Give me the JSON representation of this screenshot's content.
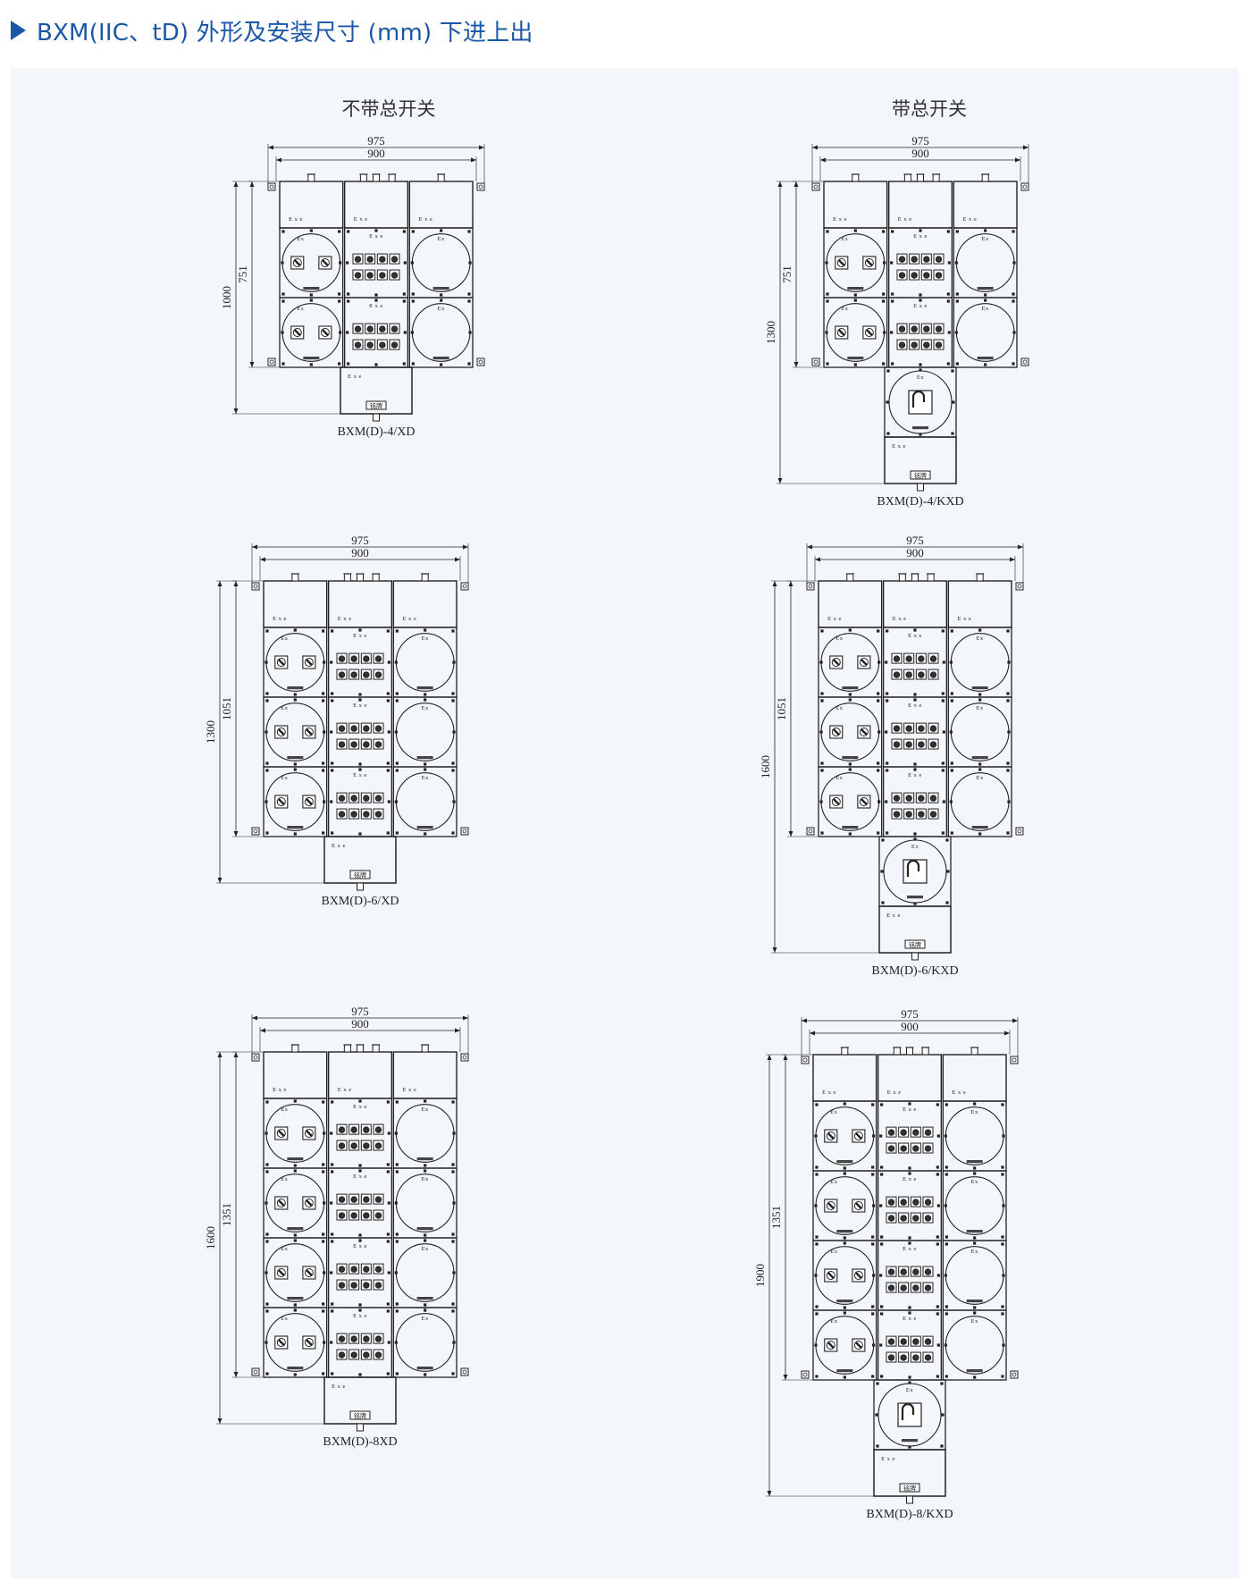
{
  "header": {
    "title": "BXM(IIC、tD) 外形及安装尺寸 (mm) 下进上出",
    "accent_color": "#1a57a8"
  },
  "columns": {
    "left_title": "不带总开关",
    "right_title": "带总开关"
  },
  "box_labels": {
    "ex_top": "E x e",
    "ex_small": "Ex",
    "nameplate_label": "铭牌"
  },
  "drawings": [
    {
      "model": "BXM(D)-4/XD",
      "rows": 2,
      "main_switch": false,
      "width_outer": "975",
      "width_inner": "900",
      "height_inner": "751",
      "height_outer": "1000"
    },
    {
      "model": "BXM(D)-4/KXD",
      "rows": 2,
      "main_switch": true,
      "width_outer": "975",
      "width_inner": "900",
      "height_inner": "751",
      "height_outer": "1300"
    },
    {
      "model": "BXM(D)-6/XD",
      "rows": 3,
      "main_switch": false,
      "width_outer": "975",
      "width_inner": "900",
      "height_inner": "1051",
      "height_outer": "1300"
    },
    {
      "model": "BXM(D)-6/KXD",
      "rows": 3,
      "main_switch": true,
      "width_outer": "975",
      "width_inner": "900",
      "height_inner": "1051",
      "height_outer": "1600"
    },
    {
      "model": "BXM(D)-8XD",
      "rows": 4,
      "main_switch": false,
      "width_outer": "975",
      "width_inner": "900",
      "height_inner": "1351",
      "height_outer": "1600"
    },
    {
      "model": "BXM(D)-8/KXD",
      "rows": 4,
      "main_switch": true,
      "width_outer": "975",
      "width_inner": "900",
      "height_inner": "1351",
      "height_outer": "1900"
    }
  ]
}
